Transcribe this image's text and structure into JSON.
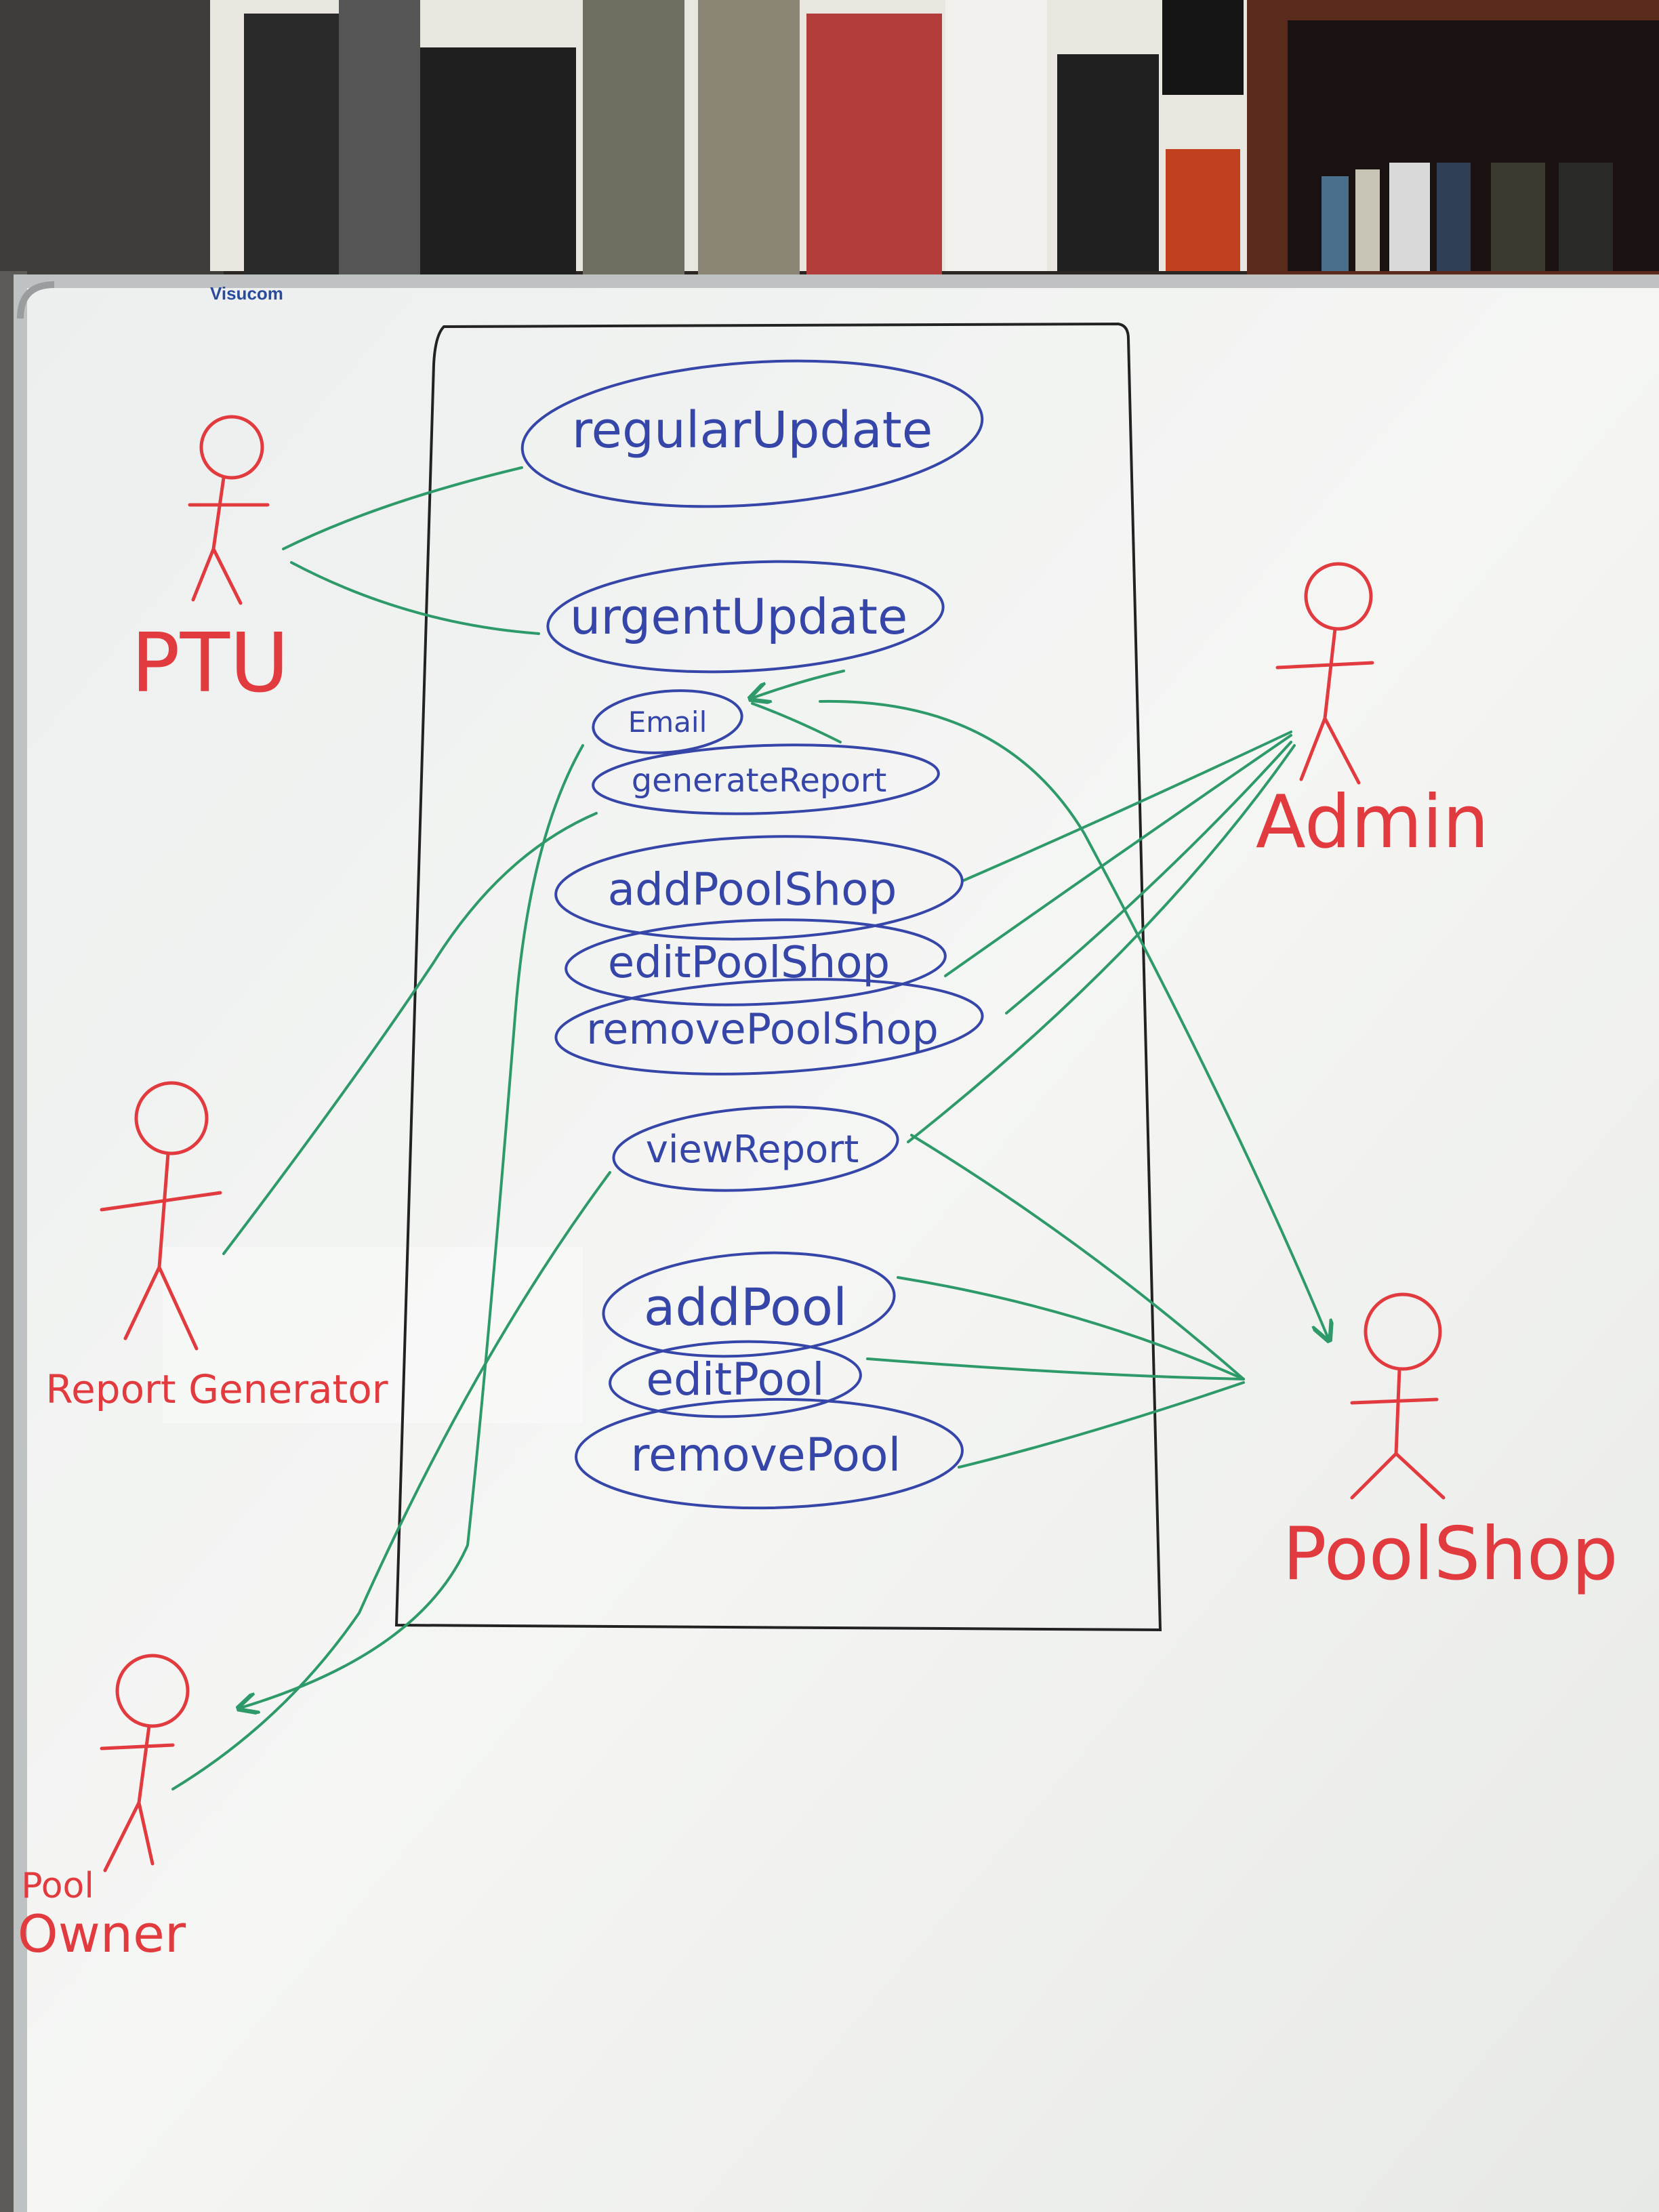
{
  "board": {
    "brand": "Visucom"
  },
  "actors": {
    "ptu": "PTU",
    "admin": "Admin",
    "report_generator": "Report Generator",
    "pool_owner_line1": "Pool",
    "pool_owner_line2": "Owner",
    "pool_shop": "PoolShop"
  },
  "use_cases": {
    "regular_update": "regularUpdate",
    "urgent_update": "urgentUpdate",
    "email": "Email",
    "generate_report": "generateReport",
    "add_pool_shop": "addPoolShop",
    "edit_pool_shop": "editPoolShop",
    "remove_pool_shop": "removePoolShop",
    "view_report": "viewReport",
    "add_pool": "addPool",
    "edit_pool": "editPool",
    "remove_pool": "removePool"
  },
  "colors": {
    "actor": "#e23b3f",
    "use_case": "#3546a8",
    "association": "#2e9a6a",
    "system_boundary": "#222222",
    "whiteboard": "#f2f3f1"
  }
}
